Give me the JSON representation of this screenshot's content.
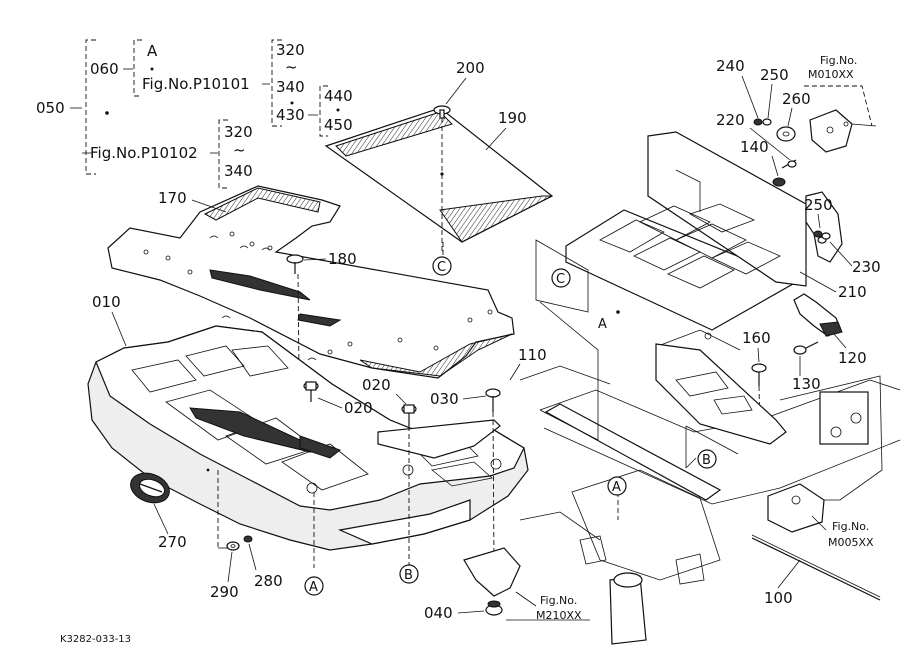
{
  "tree": {
    "root": "050",
    "assy": "060",
    "letter_a": "A",
    "fig_p10101": "Fig.No.P10101",
    "fig_p10102": "Fig.No.P10102",
    "r1_320": "320",
    "r1_tilde": "~",
    "r1_340": "340",
    "r1_430": "430",
    "r1_440": "440",
    "r1_450": "450",
    "r2_320": "320",
    "r2_tilde": "~",
    "r2_340": "340"
  },
  "callouts": {
    "p010": "010",
    "p020a": "020",
    "p020b": "020",
    "p030": "030",
    "p040": "040",
    "p100": "100",
    "p110": "110",
    "p120": "120",
    "p130": "130",
    "p140": "140",
    "p160": "160",
    "p170": "170",
    "p180": "180",
    "p190": "190",
    "p200": "200",
    "p210": "210",
    "p220": "220",
    "p230": "230",
    "p240": "240",
    "p250a": "250",
    "p250b": "250",
    "p260": "260",
    "p270": "270",
    "p280": "280",
    "p290": "290"
  },
  "refs": {
    "fig_m010": {
      "line1": "Fig.No.",
      "line2": "M010XX"
    },
    "fig_m005": {
      "line1": "Fig.No.",
      "line2": "M005XX"
    },
    "fig_m210": {
      "line1": "Fig.No.",
      "line2": "M210XX"
    }
  },
  "markers": {
    "a_center": "A",
    "a_bottom": "A",
    "a_right": "A",
    "b_bottom": "B",
    "b_right": "B",
    "c_mat": "C",
    "c_frame": "C"
  },
  "footer": {
    "drawing_code": "K3282-033-13"
  }
}
